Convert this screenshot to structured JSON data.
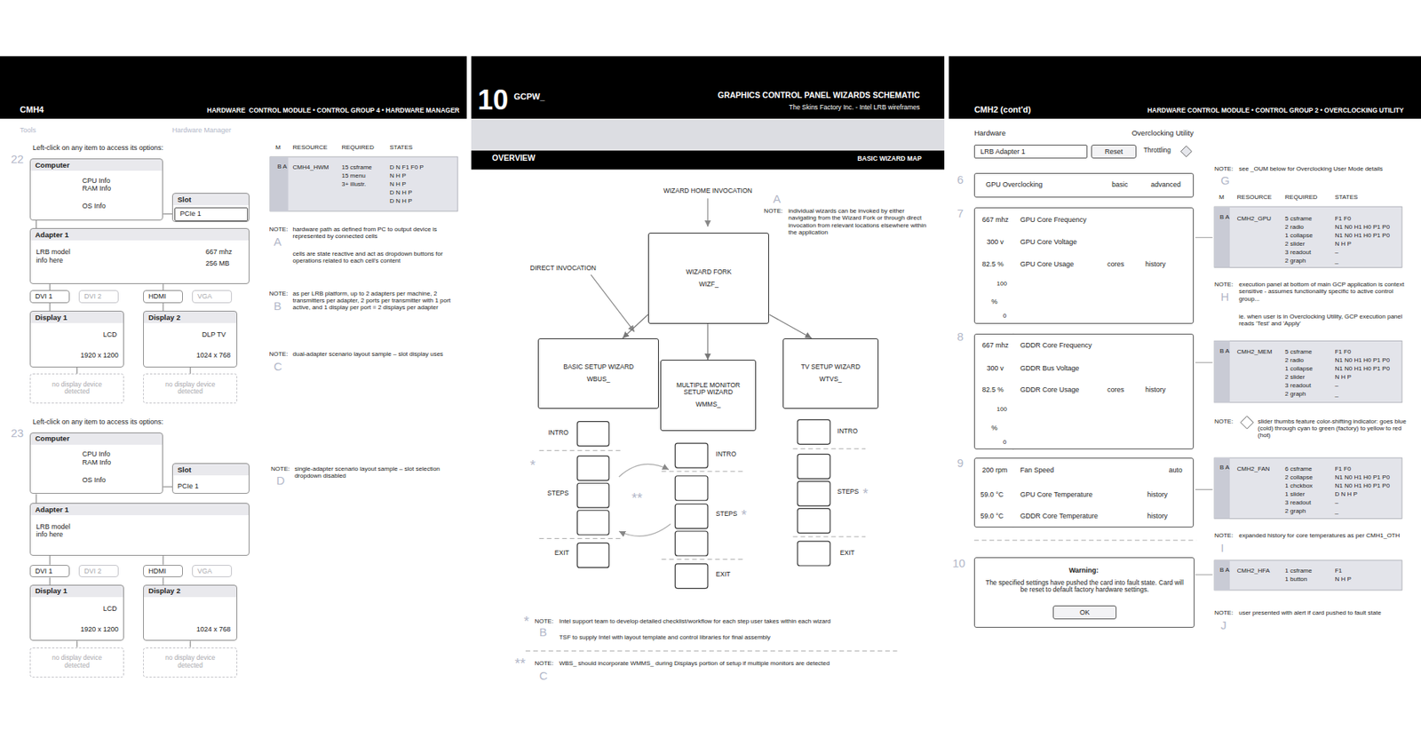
{
  "diagram": {
    "nodes": [
      {
        "text": [
          "Computer",
          "CPU Info RAM Info",
          "OS Info"
        ]
      },
      {
        "text": [
          "Slot"
        ]
      },
      {
        "text": [
          "PCIe 1"
        ],
        "in": 1
      },
      {
        "text": [
          "Adapter 1",
          "LRB model info here",
          "667 mhz",
          "256 MB"
        ]
      },
      {
        "text": [
          "DVI 1"
        ]
      },
      {
        "text": [
          "DVI 2"
        ]
      },
      {
        "text": [
          "HDMI"
        ]
      },
      {
        "text": [
          "VGA"
        ]
      },
      {
        "text": [
          "Display 1",
          "LCD",
          "1920 x 1200"
        ]
      },
      {
        "text": [
          "Display 2",
          "DLP TV",
          "1024 x 768"
        ]
      },
      {
        "text": [
          "no display device detected"
        ]
      },
      {
        "text": [
          "no display device detected"
        ]
      },
      {
        "text": [
          "Computer",
          "CPU Info RAM Info",
          "OS Info"
        ]
      },
      {
        "text": [
          "Slot",
          "PCIe 1"
        ]
      },
      {
        "text": [
          "Adapter 1",
          "LRB model info here"
        ]
      },
      {
        "text": [
          "DVI 1"
        ]
      },
      {
        "text": [
          "DVI 2"
        ]
      },
      {
        "text": [
          "HDMI"
        ]
      },
      {
        "text": [
          "VGA"
        ]
      },
      {
        "text": [
          "Display 1",
          "LCD",
          "1920 x 1200"
        ]
      },
      {
        "text": [
          "Display 2",
          "1024 x 768"
        ]
      },
      {
        "text": [
          "no display device detected"
        ]
      },
      {
        "text": [
          "no display device detected"
        ]
      },
      {
        "text": [
          "WIZARD FORK",
          "WIZF_"
        ]
      },
      {
        "text": [
          "BASIC SETUP WIZARD",
          "WBUS_"
        ]
      },
      {
        "text": [
          "MULTIPLE MONITOR SETUP WIZARD",
          "WMMS_"
        ]
      },
      {
        "text": [
          "TV SETUP WIZARD",
          "WTVS_"
        ]
      },
      {
        "text": [
          "LRB Adapter 1"
        ]
      },
      {
        "text": [
          "Reset"
        ]
      },
      {
        "text": [
          "GPU Overclocking",
          "basic",
          "advanced"
        ]
      },
      {
        "text": [
          "667 mhz",
          "GPU Core Frequency",
          "300 v",
          "GPU Core Voltage",
          "82.5 %",
          "GPU Core Usage",
          "cores",
          "history",
          "100",
          "%",
          "0"
        ]
      },
      {
        "text": [
          "667 mhz",
          "GDDR Core Frequency",
          "300 v",
          "GDDR Bus Voltage",
          "82.5 %",
          "GDDR Core Usage",
          "cores",
          "history",
          "100",
          "%",
          "0"
        ]
      },
      {
        "text": [
          "200 rpm",
          "Fan Speed",
          "auto",
          "59.0 °C",
          "GPU Core Temperature",
          "history",
          "59.0 °C",
          "GDDR Core Temperature",
          "history"
        ]
      },
      {
        "text": [
          "Warning:",
          "The specified settings have pushed the card into fault state. Card will be reset to default factory hardware settings."
        ]
      },
      {
        "text": [
          "OK"
        ],
        "in": 33
      }
    ],
    "edges": [
      {
        "from": 0,
        "to": 3,
        "arrow": "none"
      },
      {
        "from": 0,
        "to": 1,
        "arrow": "none"
      },
      {
        "from": 3,
        "to": 4,
        "arrow": "none"
      },
      {
        "from": 3,
        "to": 6,
        "arrow": "none"
      },
      {
        "from": 4,
        "to": 8,
        "arrow": "none"
      },
      {
        "from": 6,
        "to": 9,
        "arrow": "none"
      },
      {
        "from": 8,
        "to": 10,
        "arrow": "none"
      },
      {
        "from": 9,
        "to": 11,
        "arrow": "none"
      },
      {
        "from": 12,
        "to": 14,
        "arrow": "none"
      },
      {
        "from": 12,
        "to": 13,
        "arrow": "none"
      },
      {
        "from": 14,
        "to": 15,
        "arrow": "none"
      },
      {
        "from": 14,
        "to": 17,
        "arrow": "none"
      },
      {
        "from": 15,
        "to": 19,
        "arrow": "none"
      },
      {
        "from": 17,
        "to": 20,
        "arrow": "none"
      },
      {
        "from": 19,
        "to": 21,
        "arrow": "none"
      },
      {
        "from": 20,
        "to": 22,
        "arrow": "none"
      },
      {
        "from": 23,
        "to": 24,
        "arrow": "to"
      },
      {
        "from": 23,
        "to": 25,
        "arrow": "to"
      },
      {
        "from": 23,
        "to": 26,
        "arrow": "to"
      }
    ],
    "labels": [
      "CMH4",
      "HARDWARE  CONTROL MODULE • CONTROL GROUP 4 • HARDWARE MANAGER",
      "Tools",
      "Hardware Manager",
      "Left-click on any item to access its options:",
      "22",
      "M",
      "RESOURCE",
      "REQUIRED",
      "STATES",
      "B A",
      "CMH4_HWM",
      "15 csframe",
      "15 menu",
      "3+ illustr.",
      "D N F1 F0 P",
      "N H P",
      "N H P",
      "D N H P",
      "D N H P",
      "NOTE:",
      "hardware path as defined from PC to output device is represented by connected cells",
      "A",
      "cells are state reactive and act as dropdown buttons for operations related to each cell's content",
      "NOTE:",
      "as per LRB platform, up to 2 adapters per machine, 2 transmitters per adapter, 2 ports per transmitter with 1 port active, and 1 display per port = 2 displays per adapter",
      "B",
      "NOTE:",
      "dual-adapter scenario layout sample – slot display uses",
      "C",
      "Left-click on any item to access its options:",
      "23",
      "NOTE:",
      "single-adapter scenario layout sample – slot selection dropdown disabled",
      "D",
      "10",
      "GCPW_",
      "GRAPHICS CONTROL PANEL WIZARDS SCHEMATIC",
      "The Skins Factory Inc. - Intel LRB wireframes",
      "OVERVIEW",
      "BASIC WIZARD MAP",
      "WIZARD HOME INVOCATION",
      "A",
      "NOTE:",
      "individual wizards can be invoked by either navigating from the Wizard Fork or through direct invocation from relevant locations elsewhere within the application",
      "DIRECT INVOCATION",
      "INTRO",
      "*",
      "STEPS",
      "EXIT",
      "**",
      "INTRO",
      "STEPS",
      "*",
      "EXIT",
      "INTRO",
      "STEPS",
      "*",
      "EXIT",
      "*",
      "NOTE:",
      "Intel support team to develop detailed checklist/workflow for each step user takes within each wizard",
      "B",
      "TSF to supply Intel with layout template and control libraries for final assembly",
      "**",
      "NOTE:",
      "WBS_ should incorporate WMMS_ during Displays portion of setup if multiple monitors are detected",
      "C",
      "CMH2 (cont'd)",
      "HARDWARE CONTROL MODULE • CONTROL GROUP 2 • OVERCLOCKING UTILITY",
      "Hardware",
      "Overclocking Utility",
      "Throttling",
      "6",
      "7",
      "8",
      "9",
      "10",
      "NOTE:",
      "see _OUM below for Overclocking User Mode details",
      "G",
      "M",
      "RESOURCE",
      "REQUIRED",
      "STATES",
      "B A",
      "CMH2_GPU",
      "5 csframe",
      "2 radio",
      "1 collapse",
      "2 slider",
      "3 readout",
      "2 graph",
      "F1 F0",
      "N1 N0 H1 H0 P1 P0",
      "N1 N0 H1 H0 P1 P0",
      "N H P",
      "–",
      "_",
      "NOTE:",
      "execution panel at bottom of main GCP application is context sensitive - assumes functionality specific to active control group...",
      "H",
      "ie. when user is in Overclocking Utility, GCP execution panel reads 'Test' and 'Apply'",
      "B A",
      "CMH2_MEM",
      "5 csframe",
      "2 radio",
      "1 collapse",
      "2 slider",
      "3 readout",
      "2 graph",
      "F1 F0",
      "N1 N0 H1 H0 P1 P0",
      "N1 N0 H1 H0 P1 P0",
      "N H P",
      "–",
      "_",
      "NOTE:",
      "slider thumbs feature color-shifting indicator: goes blue (cold) through cyan to green (factory) to yellow to red (hot)",
      "B A",
      "CMH2_FAN",
      "6 csframe",
      "2 collapse",
      "1 chckbox",
      "1 slider",
      "3 readout",
      "2 graph",
      "F1 F0",
      "N1 N0 H1 H0 P1 P0",
      "N1 N0 H1 H0 P1 P0",
      "D N H P",
      "–",
      "_",
      "NOTE:",
      "expanded history for core temperatures as per CMH1_OTH",
      "I",
      "B A",
      "CMH2_HFA",
      "1 csframe",
      "1 button",
      "F1",
      "N H P",
      "NOTE:",
      "user presented with alert if card pushed to fault state",
      "J"
    ]
  }
}
